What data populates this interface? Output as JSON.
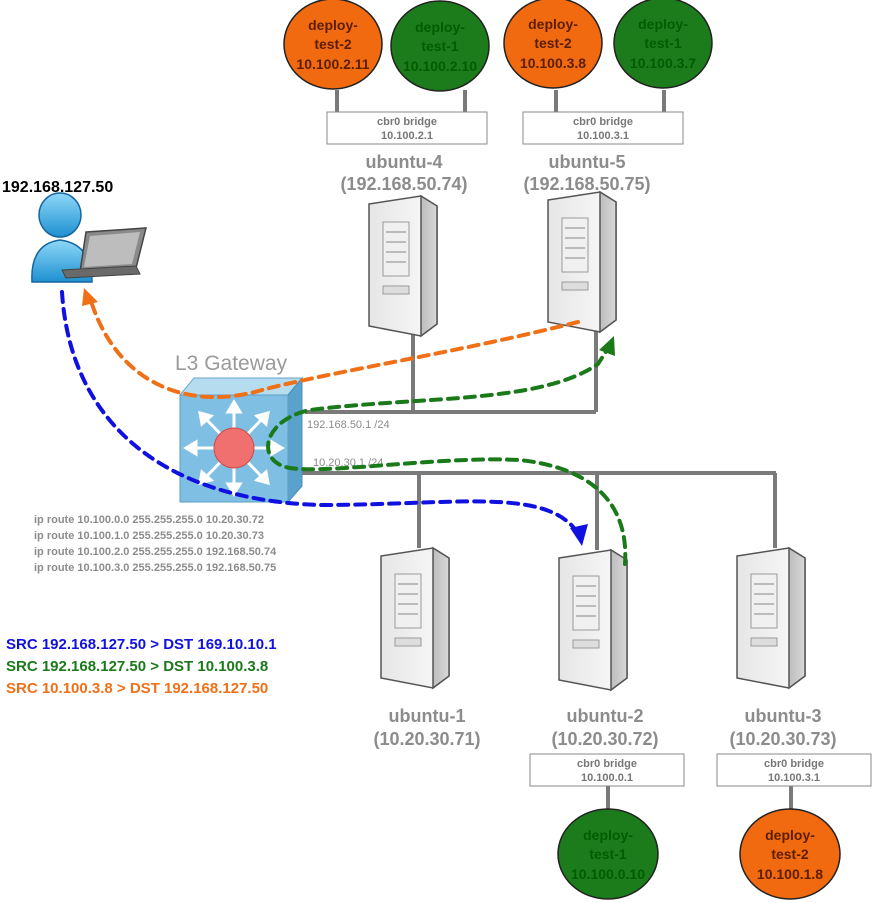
{
  "client": {
    "ip": "192.168.127.50",
    "icon": "user-laptop-icon"
  },
  "gateway": {
    "title": "L3 Gateway",
    "ip_upper": "192.168.50.1 /24",
    "ip_lower": "10.20.30.1 /24",
    "routes": [
      "ip route 10.100.0.0 255.255.255.0 10.20.30.72",
      "ip route 10.100.1.0 255.255.255.0 10.20.30.73",
      "ip route 10.100.2.0 255.255.255.0 192.168.50.74",
      "ip route 10.100.3.0 255.255.255.0 192.168.50.75"
    ]
  },
  "hosts": [
    {
      "id": "ubuntu-4",
      "name": "ubuntu-4",
      "ip": "(192.168.50.74)",
      "bridge": {
        "label": "cbr0 bridge",
        "ip": "10.100.2.1"
      },
      "pods": [
        {
          "name1": "deploy-",
          "name2": "test-2",
          "ip": "10.100.2.11",
          "color": "orange"
        },
        {
          "name1": "deploy-",
          "name2": "test-1",
          "ip": "10.100.2.10",
          "color": "green"
        }
      ]
    },
    {
      "id": "ubuntu-5",
      "name": "ubuntu-5",
      "ip": "(192.168.50.75)",
      "bridge": {
        "label": "cbr0 bridge",
        "ip": "10.100.3.1"
      },
      "pods": [
        {
          "name1": "deploy-",
          "name2": "test-2",
          "ip": "10.100.3.8",
          "color": "orange"
        },
        {
          "name1": "deploy-",
          "name2": "test-1",
          "ip": "10.100.3.7",
          "color": "green"
        }
      ]
    },
    {
      "id": "ubuntu-1",
      "name": "ubuntu-1",
      "ip": "(10.20.30.71)",
      "bridge": null,
      "pods": []
    },
    {
      "id": "ubuntu-2",
      "name": "ubuntu-2",
      "ip": "(10.20.30.72)",
      "bridge": {
        "label": "cbr0 bridge",
        "ip": "10.100.0.1"
      },
      "pods": [
        {
          "name1": "deploy-",
          "name2": "test-1",
          "ip": "10.100.0.10",
          "color": "green"
        }
      ]
    },
    {
      "id": "ubuntu-3",
      "name": "ubuntu-3",
      "ip": "(10.20.30.73)",
      "bridge": {
        "label": "cbr0 bridge",
        "ip": "10.100.3.1"
      },
      "pods": [
        {
          "name1": "deploy-",
          "name2": "test-2",
          "ip": "10.100.1.8",
          "color": "orange"
        }
      ]
    }
  ],
  "flows": [
    {
      "label": "SRC 192.168.127.50 > DST 169.10.10.1",
      "color": "#1010e0"
    },
    {
      "label": "SRC 192.168.127.50 > DST 10.100.3.8",
      "color": "#1a7a1a"
    },
    {
      "label": "SRC 10.100.3.8 > DST 192.168.127.50",
      "color": "#f07018"
    }
  ],
  "colors": {
    "pod_green": "#1c7c1c",
    "pod_orange": "#f26a10",
    "network_line": "#7a7a7a",
    "gateway_face": "#7fbfe3"
  }
}
